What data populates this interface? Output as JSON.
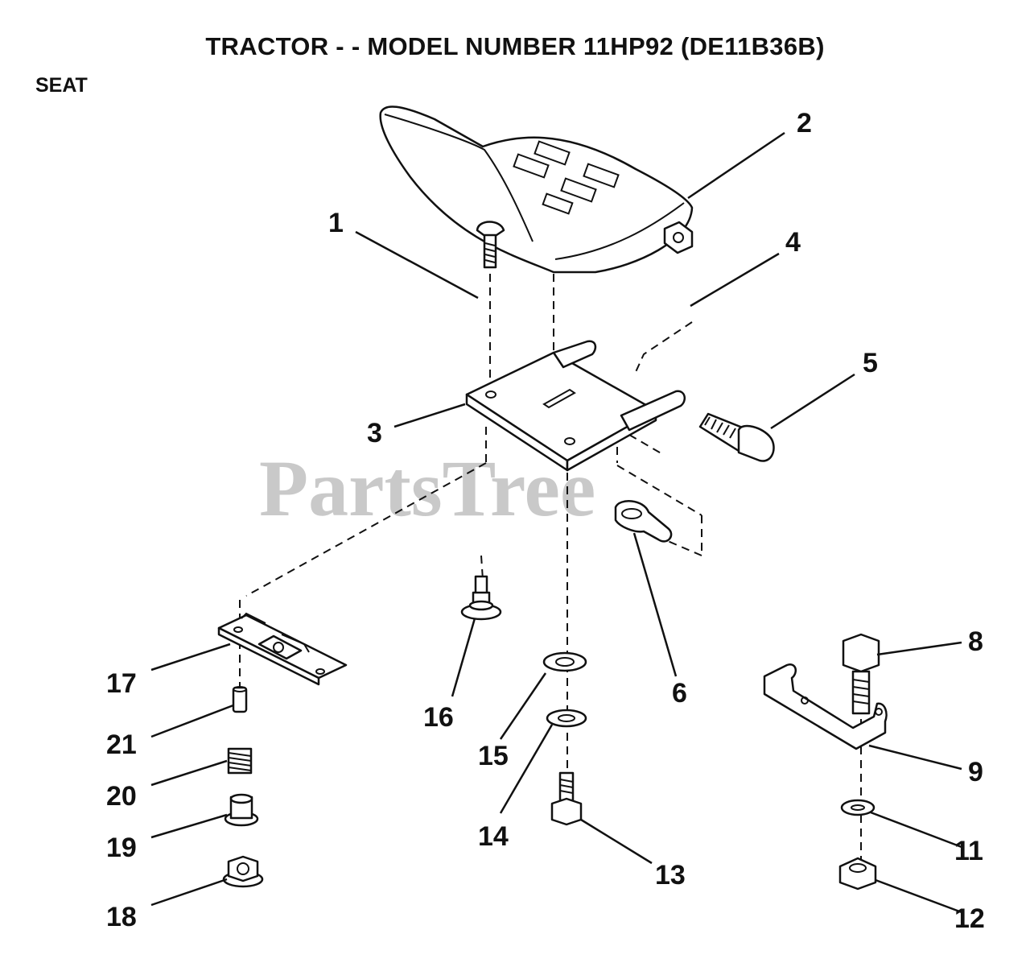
{
  "header": {
    "title": "TRACTOR - - MODEL NUMBER 11HP92 (DE11B36B)",
    "section": "SEAT"
  },
  "watermark": "PartsTree",
  "callouts": [
    "1",
    "2",
    "3",
    "4",
    "5",
    "6",
    "8",
    "9",
    "11",
    "12",
    "13",
    "14",
    "15",
    "16",
    "17",
    "18",
    "19",
    "20",
    "21"
  ]
}
